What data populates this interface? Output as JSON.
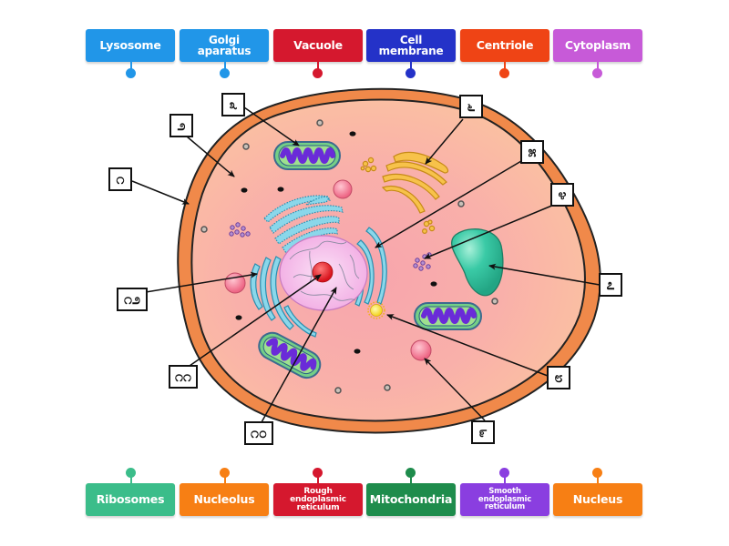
{
  "activity": {
    "type": "Labelled diagram",
    "subject": "Animal cell"
  },
  "label_tiles_top": [
    {
      "text": "Lysosome",
      "color": "#2196e8"
    },
    {
      "text": "Golgi aparatus",
      "color": "#2196e8"
    },
    {
      "text": "Vacuole",
      "color": "#d5182e"
    },
    {
      "text": "Cell membrane",
      "color": "#2432c8"
    },
    {
      "text": "Centriole",
      "color": "#ef4415"
    },
    {
      "text": "Cytoplasm",
      "color": "#c75ad8"
    }
  ],
  "label_tiles_bottom": [
    {
      "text": "Ribosomes",
      "color": "#3bbd8a"
    },
    {
      "text": "Nucleolus",
      "color": "#f77f14"
    },
    {
      "text": "Rough endoplasmic reticulum",
      "color": "#d5182e"
    },
    {
      "text": "Mitochondria",
      "color": "#1e8c4c"
    },
    {
      "text": "Smooth endoplasmic reticulum",
      "color": "#8a3ee0"
    },
    {
      "text": "Nucleus",
      "color": "#f77f14"
    }
  ],
  "markers": [
    {
      "number": 1,
      "glyph": "೧",
      "points_to": "cell membrane"
    },
    {
      "number": 2,
      "glyph": "೨",
      "points_to": "cytoplasm"
    },
    {
      "number": 3,
      "glyph": "೩",
      "points_to": "mitochondrion (top)"
    },
    {
      "number": 4,
      "glyph": "೪",
      "points_to": "lysosome granules"
    },
    {
      "number": 5,
      "glyph": "೫",
      "points_to": "rough endoplasmic reticulum (right)"
    },
    {
      "number": 6,
      "glyph": "೬",
      "points_to": "golgi apparatus"
    },
    {
      "number": 7,
      "glyph": "೭",
      "points_to": "vacuole"
    },
    {
      "number": 8,
      "glyph": "೮",
      "points_to": "centriole"
    },
    {
      "number": 9,
      "glyph": "೯",
      "points_to": "vesicle"
    },
    {
      "number": 10,
      "glyph": "೧೦",
      "points_to": "nucleus"
    },
    {
      "number": 11,
      "glyph": "೧೧",
      "points_to": "nucleolus"
    },
    {
      "number": 12,
      "glyph": "೧೨",
      "points_to": "smooth endoplasmic reticulum (left)"
    }
  ],
  "colors": {
    "membrane_outer": "#f0894a",
    "cytoplasm_edge": "#fbc3a0",
    "cytoplasm_center": "#f7a5ad",
    "nucleus": "#f5b8e8",
    "nucleolus": "#e8161e",
    "er": "#5cc7e0",
    "golgi": "#f7c24a",
    "vacuole": "#35c6a3",
    "mitochondria_outer": "#6acb7c",
    "mitochondria_inner": "#6a2bd8",
    "centriole": "#ffe531",
    "vesicle": "#f46b8a",
    "lysosome_dots": "#8b4fb5"
  }
}
